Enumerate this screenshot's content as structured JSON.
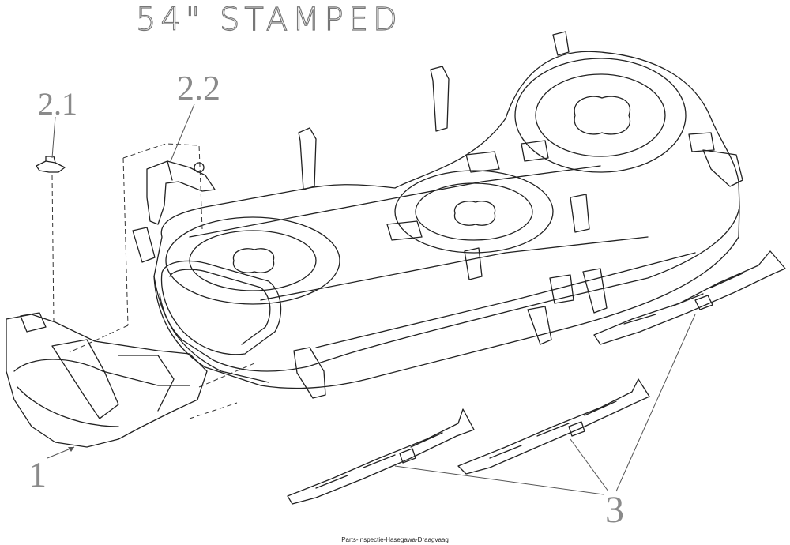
{
  "diagram": {
    "title": "54\" STAMPED",
    "callouts": {
      "part_2_1": "2.1",
      "part_2_2": "2.2",
      "part_1": "1",
      "part_3": "3"
    },
    "footer": "Parts-Inspectie-Hasegawa-Draagvaag"
  }
}
